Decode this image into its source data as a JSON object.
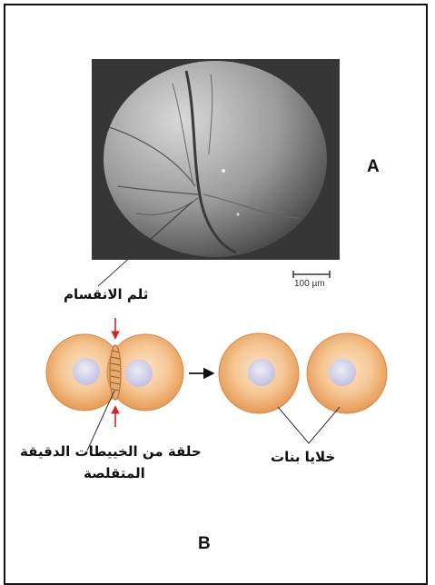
{
  "panels": {
    "a": "A",
    "b": "B"
  },
  "scale_bar": {
    "text": "100 µm"
  },
  "labels": {
    "cleavage_furrow": "ثلم الانقسام",
    "contractile_ring_line1": "حلقة من الخييطات الدقيقة",
    "contractile_ring_line2": "المتقلصة",
    "daughter_cells": "خلايا بنات"
  },
  "colors": {
    "cell_outer": "#e9a35e",
    "cell_inner": "#f7d2a6",
    "nucleus": "#d6d4ec",
    "arrow_red": "#d8232a"
  }
}
